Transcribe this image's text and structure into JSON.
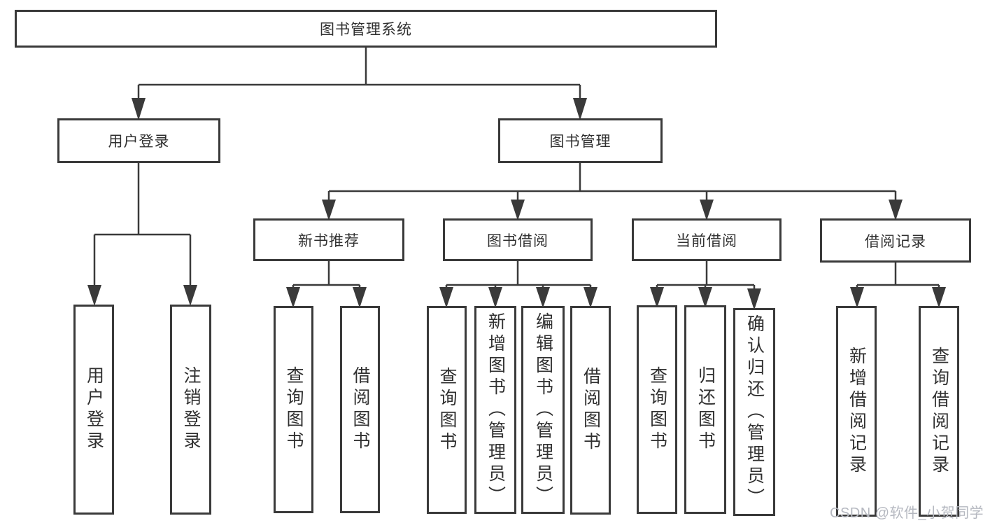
{
  "diagram": {
    "title": "图书管理系统",
    "nodes": {
      "root": "图书管理系统",
      "user_login": "用户登录",
      "book_mgmt": "图书管理",
      "new_book": "新书推荐",
      "book_borrow": "图书借阅",
      "current_borrow": "当前借阅",
      "borrow_record": "借阅记录",
      "login": "用户登录",
      "logout": "注销登录",
      "nb_query": "查询图书",
      "nb_borrow": "借阅图书",
      "bb_query": "查询图书",
      "bb_add": "新增图书（管理员）",
      "bb_edit": "编辑图书（管理员）",
      "bb_borrow": "借阅图书",
      "cb_query": "查询图书",
      "cb_return": "归还图书",
      "cb_confirm": "确认归还（管理员）",
      "br_add": "新增借阅记录",
      "br_query": "查询借阅记录"
    },
    "colors": {
      "line": "#3a3a3a",
      "text": "#303030",
      "background": "#ffffff"
    }
  },
  "watermark": {
    "text": "CSDN @软件_小贺同学",
    "color": "#b5b8c0"
  }
}
